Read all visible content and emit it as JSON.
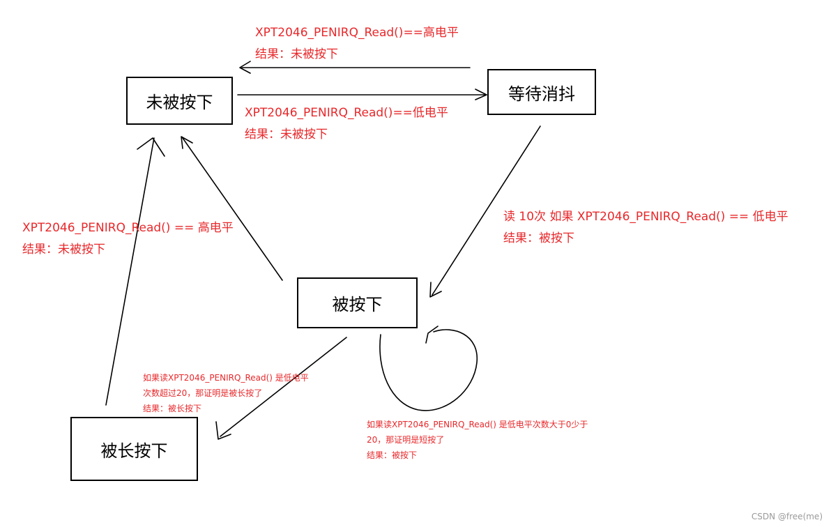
{
  "states": {
    "not_pressed": "未被按下",
    "debounce": "等待消抖",
    "pressed": "被按下",
    "long_pressed": "被长按下"
  },
  "transitions": {
    "debounce_to_not_pressed": {
      "line1": "XPT2046_PENIRQ_Read()==高电平",
      "line2": "结果：未被按下"
    },
    "not_pressed_to_debounce": {
      "line1": "XPT2046_PENIRQ_Read()==低电平",
      "line2": "结果：未被按下"
    },
    "debounce_to_pressed": {
      "line1": "读  10次  如果 XPT2046_PENIRQ_Read() == 低电平",
      "line2": "结果：被按下"
    },
    "pressed_to_not_pressed": {
      "line1": "XPT2046_PENIRQ_Read()  == 高电平",
      "line2": "结果：未被按下"
    },
    "pressed_to_long_pressed": {
      "line1": "如果读XPT2046_PENIRQ_Read() 是低电平",
      "line2": "次数超过20，那证明是被长按了",
      "line3": "结果：被长按下"
    },
    "pressed_self_loop": {
      "line1": "如果读XPT2046_PENIRQ_Read() 是低电平次数大于0少于",
      "line2": "20，那证明是短按了",
      "line3": "结果：被按下"
    }
  },
  "watermark": "CSDN @free(me)",
  "colors": {
    "annotation": "#e8282b",
    "stroke": "#000000"
  }
}
